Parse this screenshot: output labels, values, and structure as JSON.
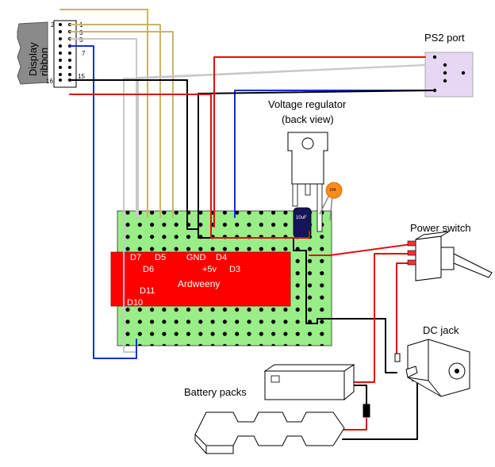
{
  "labels": {
    "display_ribbon_line1": "Display",
    "display_ribbon_line2": "ribbon",
    "ps2_port": "PS2 port",
    "voltage_regulator_line1": "Voltage regulator",
    "voltage_regulator_line2": "(back view)",
    "power_switch": "Power switch",
    "dc_jack": "DC jack",
    "battery_packs": "Battery packs"
  },
  "ribbon_pins": {
    "p2": "2",
    "p1": "1",
    "p3": "3",
    "p5": "5",
    "p7": "7",
    "p15": "15",
    "p16": "16"
  },
  "arduino": {
    "name": "Ardweeny",
    "pins": {
      "d7": "D7",
      "d5": "D5",
      "gnd": "GND",
      "d4": "D4",
      "d6": "D6",
      "v5": "+5v",
      "d3": "D3",
      "d11": "D11",
      "d10": "D10"
    }
  },
  "capacitor_label": "10uF",
  "small_cap_label": "104",
  "colors": {
    "board": "#99ee88",
    "arduino": "#ff0000",
    "wire_gold": "#c8b46a",
    "wire_red": "#e01010",
    "wire_black": "#000000",
    "wire_blue": "#1030d0",
    "wire_gray": "#c8c8c8",
    "ps2": "#e6d8f4"
  }
}
